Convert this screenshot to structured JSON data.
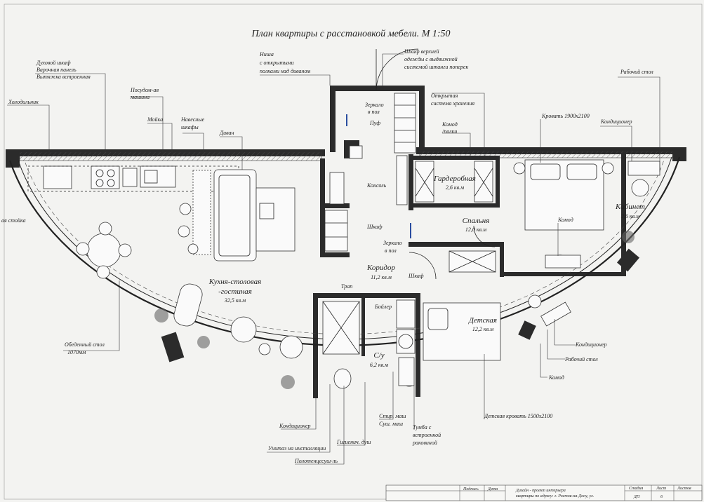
{
  "title": "План квартиры с расстановкой мебели. М 1:50",
  "rooms": {
    "kitchen": {
      "name": "Кухня-столовая",
      "name2": "-гостиная",
      "area": "32,5 кв.м"
    },
    "wardrobe": {
      "name": "Гардеробная",
      "area": "2,6 кв.м"
    },
    "bedroom": {
      "name": "Спальня",
      "area": "12,0 кв.м"
    },
    "office": {
      "name": "Кабинет",
      "area": "2,6 кв.м"
    },
    "corridor": {
      "name": "Коридор",
      "area": "11,2 кв.м"
    },
    "bath": {
      "name": "С/у",
      "area": "6,2 кв.м"
    },
    "kids": {
      "name": "Детская",
      "area": "12,2 кв.м"
    }
  },
  "labels": {
    "oven": [
      "Духовой шкаф",
      "Варочная панель",
      "Вытяжка встроенная"
    ],
    "dishwasher": [
      "Посудом-ая",
      "машина"
    ],
    "fridge": "Холодильник",
    "sink": "Мойка",
    "wall_cabinets": [
      "Навесные",
      "шкафы"
    ],
    "sofa": "Диван",
    "niche": [
      "Ниша",
      "с открытыми",
      "полками над диваном"
    ],
    "wardrobe_top": [
      "Шкаф верхней",
      "одежды с выдвижной",
      "системой штанги поперек"
    ],
    "mirror_floor": [
      "Зеркало",
      "в пол"
    ],
    "pouf": "Пуф",
    "console": "Консоль",
    "cabinet": "Шкаф",
    "open_storage": [
      "Открытая",
      "система хранения"
    ],
    "dresser_shelves": [
      "Комод",
      "/полки"
    ],
    "bed": "Кровать 1900x2100",
    "aircon": "Кондиционер",
    "desk": "Рабочий стол",
    "dresser": "Комод",
    "bar": "ая стойка",
    "mirror_floor2": [
      "Зеркало",
      "в пол"
    ],
    "cabinet2": "Шкаф",
    "drain": "Трап",
    "boiler": "Бойлер",
    "dining_table": [
      "Обеденный стол",
      "1070мм"
    ],
    "aircon2": "Кондиционер",
    "toilet": "Унитаз на инсталляции",
    "towel": "Полотенцесуш-ль",
    "hygienic_shower": "Гигиенич. душ",
    "washer": [
      "Стир. маш",
      "Суш. маш"
    ],
    "vanity": [
      "Тумба с",
      "встроенной",
      "раковиной"
    ],
    "kids_bed": "Детская кровать 1500x2100",
    "aircon3": "Кондиционер",
    "desk2": "Рабочий стол",
    "dresser2": "Комод"
  },
  "stamp": {
    "sign": "Подпись",
    "date": "Дата",
    "project": [
      "Дизайн - проект интерьера",
      "квартиры по адресу: г. Ростов-на-Дону, ул."
    ],
    "stage_h": "Стадия",
    "sheet_h": "Лист",
    "sheets_h": "Листов",
    "stage": "ДП",
    "sheet": "6"
  }
}
